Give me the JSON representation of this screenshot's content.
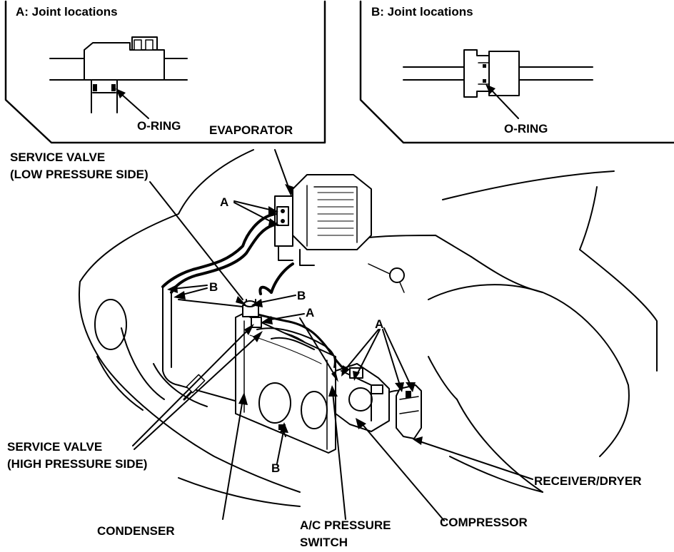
{
  "inset_a": {
    "title": "A: Joint locations",
    "oring_label": "O-RING"
  },
  "inset_b": {
    "title": "B: Joint locations",
    "oring_label": "O-RING"
  },
  "labels": {
    "evaporator": "EVAPORATOR",
    "service_valve_low_line1": "SERVICE VALVE",
    "service_valve_low_line2": "(LOW PRESSURE SIDE)",
    "service_valve_high_line1": "SERVICE VALVE",
    "service_valve_high_line2": "(HIGH PRESSURE SIDE)",
    "condenser": "CONDENSER",
    "ac_switch_line1": "A/C PRESSURE",
    "ac_switch_line2": "SWITCH",
    "compressor": "COMPRESSOR",
    "receiver_dryer": "RECEIVER/DRYER"
  },
  "joint_markers": {
    "a_evaporator": "A",
    "b_left": "B",
    "b_center": "B",
    "a_center": "A",
    "a_right": "A",
    "b_bottom": "B"
  },
  "colors": {
    "ink": "#000000",
    "paper": "#ffffff"
  }
}
